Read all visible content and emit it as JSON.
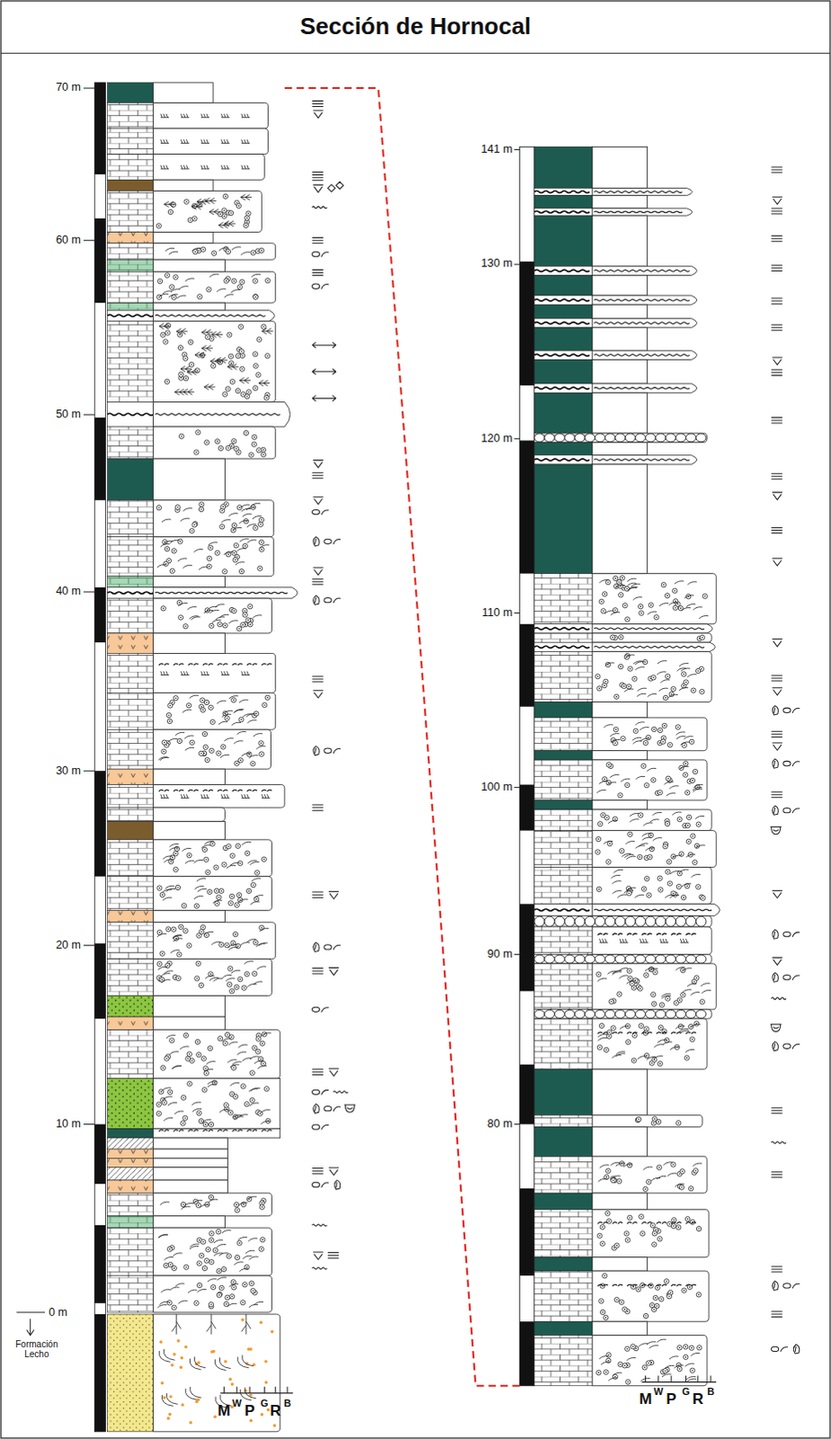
{
  "diagram": {
    "title": "Sección de Hornocal",
    "labels": [
      "70 m",
      "60 m",
      "50 m",
      "40 m",
      "30 m",
      "20 m",
      "10 m",
      "0 m",
      "Formación Lecho",
      "M",
      "W",
      "P",
      "G",
      "R",
      "B",
      "141 m",
      "130 m",
      "120 m",
      "110 m",
      "100 m",
      "90 m",
      "80 m",
      "M",
      "W",
      "P",
      "G",
      "R",
      "B"
    ]
  }
}
